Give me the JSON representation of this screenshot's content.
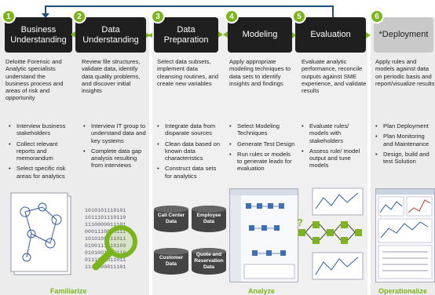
{
  "phases": [
    {
      "num": "1",
      "title": "Business Understanding",
      "desc": "Deloitte Forensic and Analytic specialists understand the business process and areas of risk and opportunity",
      "bullets": [
        "Interview business stakeholders",
        "Collect relevant reports and memorandum",
        "Select specific risk areas for analytics"
      ]
    },
    {
      "num": "2",
      "title": "Data Understanding",
      "desc": "Review file structures, validate data, identify data quality problems, and discover initial insights",
      "bullets": [
        "Interview IT group to understand data and key systems",
        "Complete data gap analysis resulting from interviews"
      ]
    },
    {
      "num": "3",
      "title": "Data Preparation",
      "desc": "Select data subsets, implement data cleansing routines, and create new variables",
      "bullets": [
        "Integrate data from disparate sources",
        "Clean data based on known data characteristics",
        "Construct data sets for analytics"
      ]
    },
    {
      "num": "4",
      "title": "Modeling",
      "desc": "Apply appropriate modeling techniques to data sets to identify insights and findings",
      "bullets": [
        "Select Modeling Techniques",
        "Generate Test Design",
        "Run rules or models to generate leads for evaluation"
      ]
    },
    {
      "num": "5",
      "title": "Evaluation",
      "desc": "Evaluate analytic performance, reconcile outputs against SME experience, and validate results",
      "bullets": [
        "Evaluate rules/ models with stakeholders",
        "Assess rule/ model output and tune models"
      ]
    },
    {
      "num": "6",
      "title": "*Deployment",
      "desc": "Apply rules and models against data on periodic basis and report/visualize results",
      "bullets": [
        "Plan Deployment",
        "Plan Monitoring and Maintenance",
        "Design, build and test Solution"
      ]
    }
  ],
  "databases": [
    "Call Center Data",
    "Employee Data",
    "Customer Data",
    "Quote and Reservation Data"
  ],
  "binary": [
    "1010101110101",
    "1011101110110",
    "1110000011101",
    "0001110000111",
    "1010100111011",
    "0100111010100",
    "0101001110110",
    "0111101011011",
    "1110000011101"
  ],
  "phase_labels": {
    "familiarize": "Familiarize",
    "analyze": "Analyze",
    "operationalize": "Operationalize"
  },
  "colors": {
    "accent": "#7ab51d",
    "box": "#1f1f1f",
    "box_light": "#c9c9c9",
    "loop": "#1f4e79"
  }
}
